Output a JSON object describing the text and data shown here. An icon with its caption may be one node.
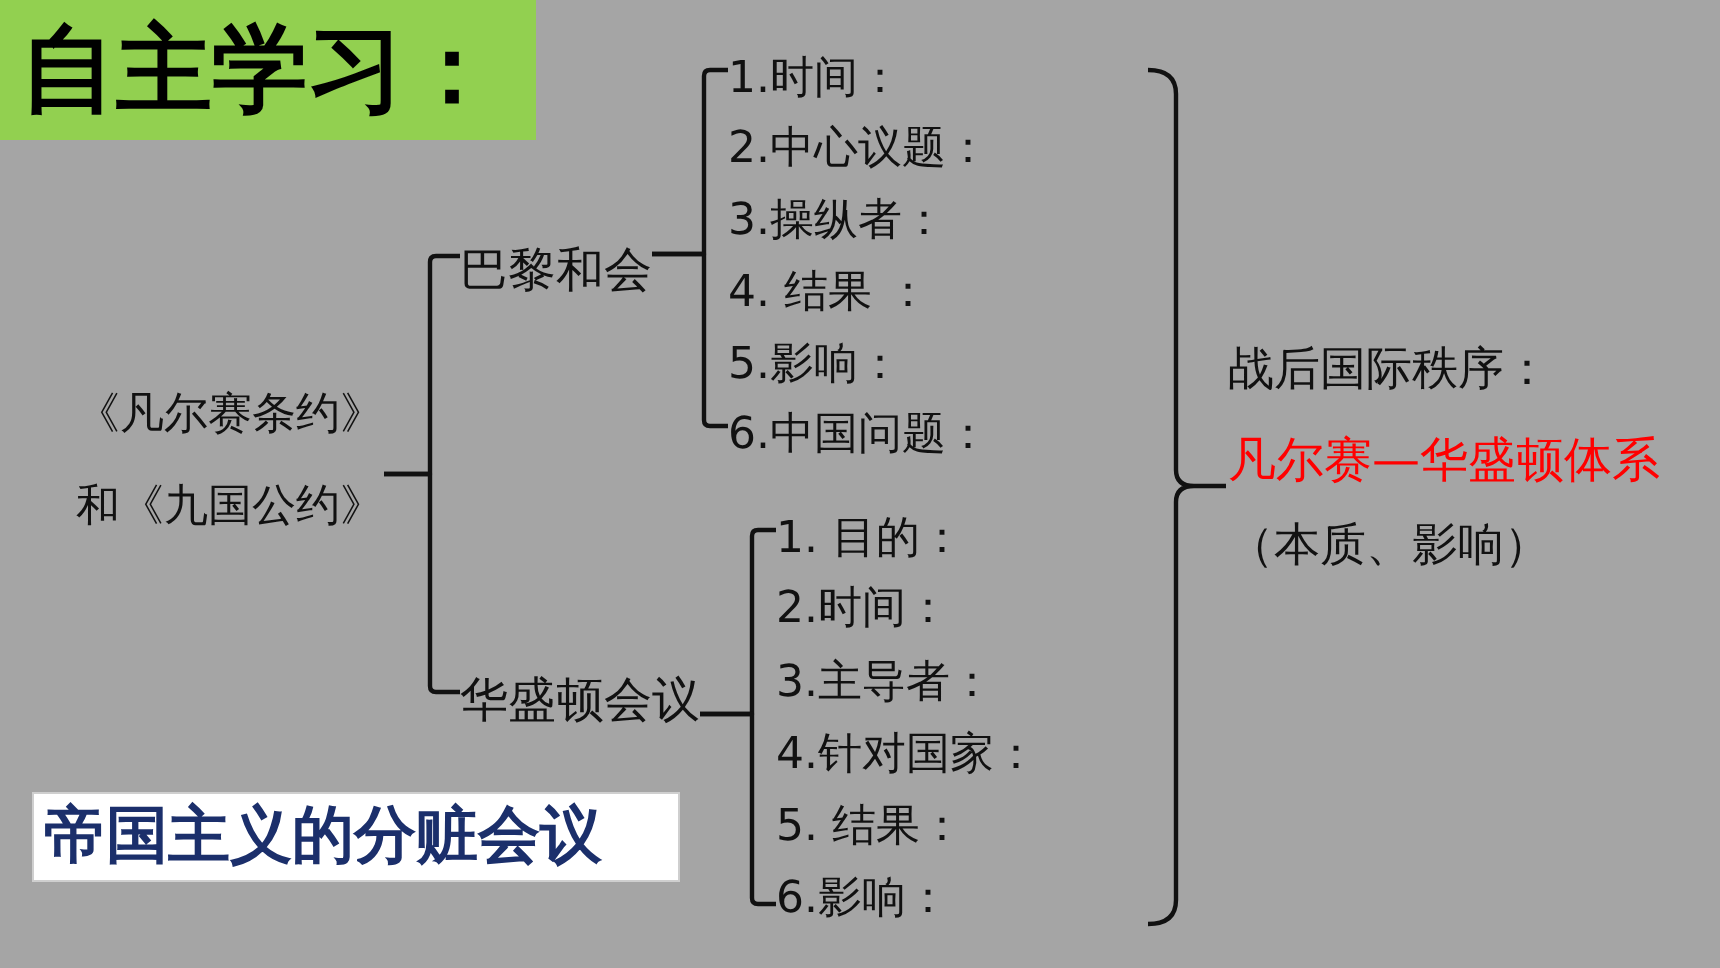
{
  "diagram": {
    "title": "自主学习：",
    "nodes": [
      {
        "text": [
          "《凡尔赛条约》和《九国公约》"
        ]
      },
      {
        "text": [
          "巴黎和会"
        ]
      },
      {
        "text": [
          "1.时间："
        ]
      },
      {
        "text": [
          "2.中心议题："
        ]
      },
      {
        "text": [
          "3.操纵者："
        ]
      },
      {
        "text": [
          "4. 结果 ："
        ]
      },
      {
        "text": [
          "5.影响："
        ]
      },
      {
        "text": [
          "6.中国问题："
        ]
      },
      {
        "text": [
          "华盛顿会议"
        ]
      },
      {
        "text": [
          "1. 目的："
        ]
      },
      {
        "text": [
          "2.时间："
        ]
      },
      {
        "text": [
          "3.主导者："
        ]
      },
      {
        "text": [
          "4.针对国家："
        ]
      },
      {
        "text": [
          "5. 结果："
        ]
      },
      {
        "text": [
          "6.影响："
        ]
      },
      {
        "text": [
          "帝国主义的分赃会议"
        ]
      }
    ],
    "edges": [
      {
        "from": 0,
        "to": 1,
        "arrow": "none"
      },
      {
        "from": 0,
        "to": 8,
        "arrow": "none"
      },
      {
        "from": 1,
        "to": 2,
        "arrow": "none"
      },
      {
        "from": 1,
        "to": 7,
        "arrow": "none"
      },
      {
        "from": 8,
        "to": 9,
        "arrow": "none"
      },
      {
        "from": 8,
        "to": 14,
        "arrow": "none"
      }
    ],
    "labels": [
      "战后国际秩序：",
      "凡尔赛—华盛顿体系",
      "（本质、影响）"
    ]
  }
}
